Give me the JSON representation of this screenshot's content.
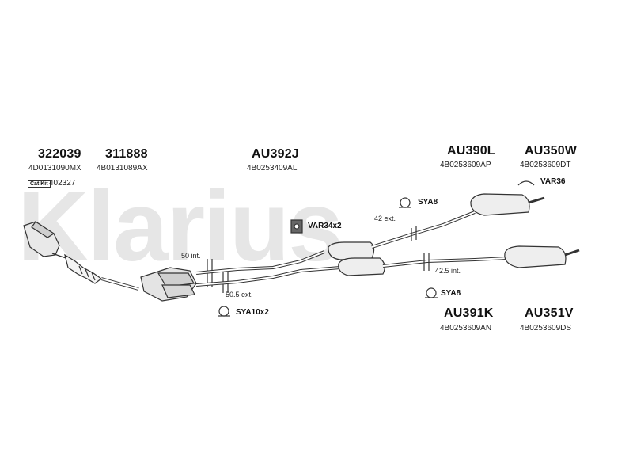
{
  "watermark": "Klarius",
  "kit": {
    "badge": "Cat Kit",
    "number": "402327"
  },
  "parts": [
    {
      "code": "322039",
      "ref": "4D0131090MX"
    },
    {
      "code": "311888",
      "ref": "4B0131089AX"
    },
    {
      "code": "AU392J",
      "ref": "4B0253409AL"
    },
    {
      "code": "AU390L",
      "ref": "4B0253609AP"
    },
    {
      "code": "AU350W",
      "ref": "4B0253609DT"
    },
    {
      "code": "AU391K",
      "ref": "4B0253609AN"
    },
    {
      "code": "AU351V",
      "ref": "4B0253609DS"
    }
  ],
  "fittings": {
    "var36": "VAR36",
    "sya8_top": "SYA8",
    "var34": "VAR34x2",
    "sya8_bottom": "SYA8",
    "sya10": "SYA10x2"
  },
  "measurements": {
    "m50": "50 int.",
    "m505": "50.5 ext.",
    "m42": "42 ext.",
    "m425": "42.5 int."
  }
}
